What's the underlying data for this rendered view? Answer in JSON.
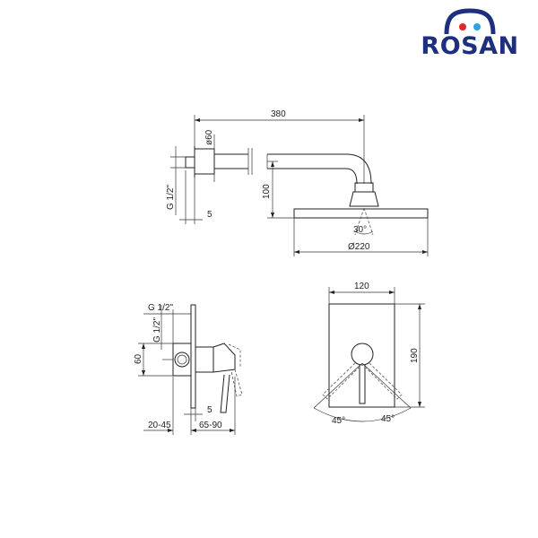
{
  "brand": {
    "name": "ROSAN",
    "colors": {
      "primary": "#1d2f7e",
      "dot_red": "#e3262d",
      "dot_blue": "#2aa5e0"
    }
  },
  "shower_arm": {
    "length": "380",
    "flange": "ø60",
    "thread": "G 1/2\"",
    "wall_offset": "5",
    "drop": "100",
    "head_diameter": "Ø220",
    "tilt_angle": "30°"
  },
  "mixer_side": {
    "thread": "G 1/2\"",
    "thread_inner": "G 1/2\"",
    "height": "60",
    "plate_offset": "5",
    "depth_range_left": "20-45",
    "depth_range_right": "65-90"
  },
  "mixer_front": {
    "width": "120",
    "height": "190",
    "angle_left": "45°",
    "angle_right": "45°"
  }
}
